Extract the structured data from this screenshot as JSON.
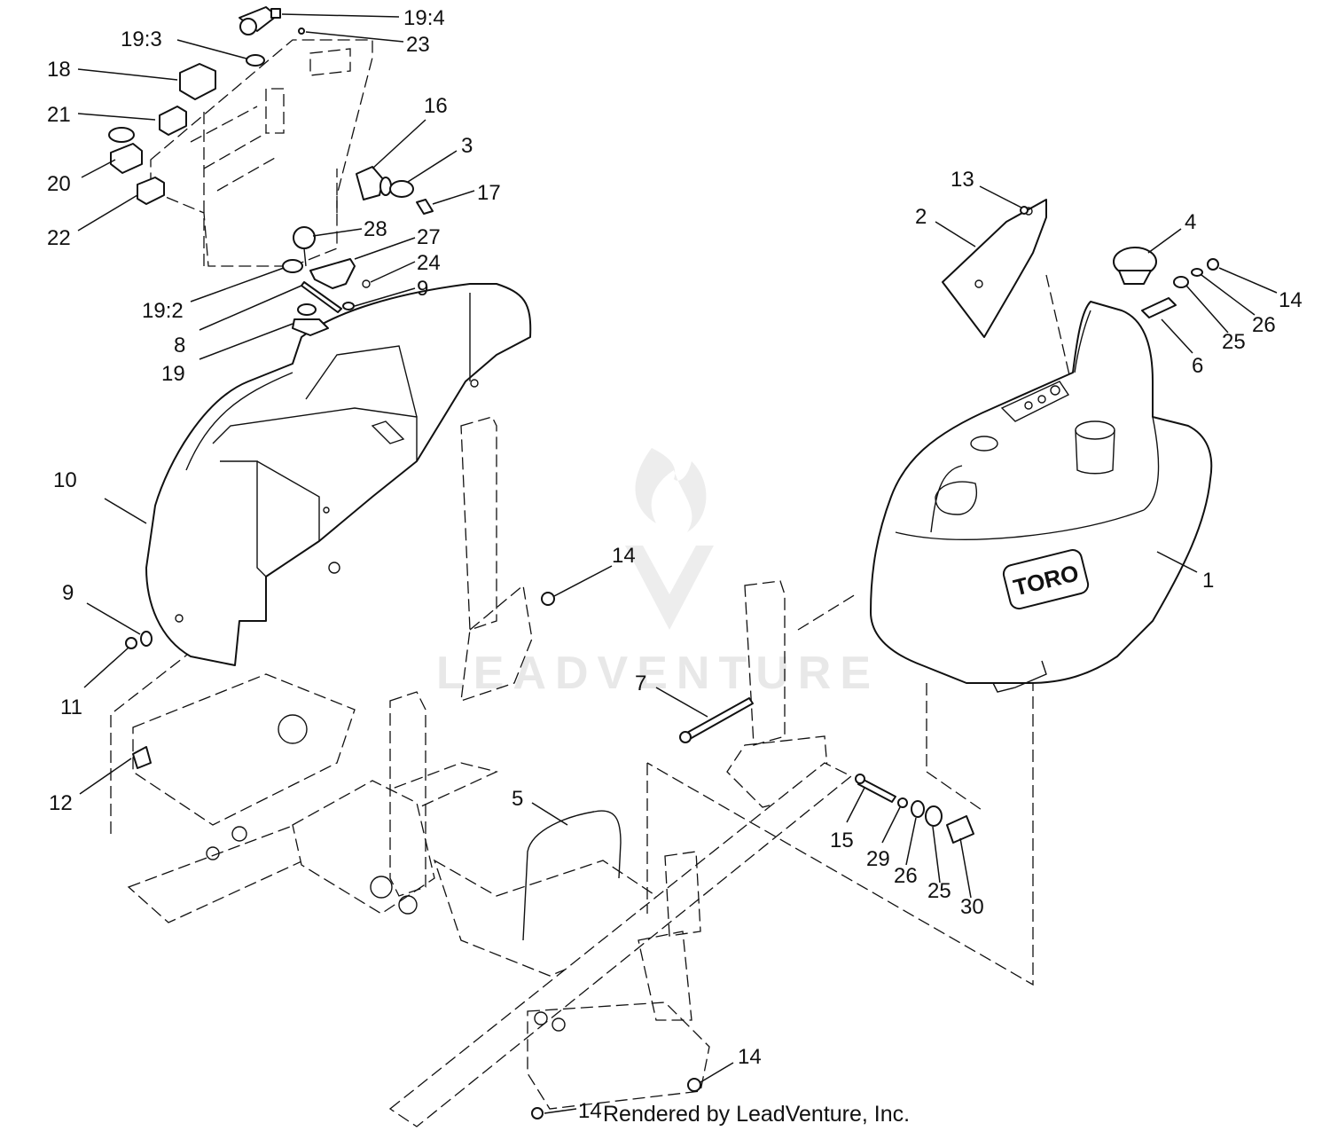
{
  "credit": "Rendered by LeadVenture, Inc.",
  "watermark": "LEADVENTURE",
  "callouts": [
    "19:4",
    "23",
    "19:3",
    "18",
    "21",
    "16",
    "3",
    "20",
    "17",
    "22",
    "28",
    "27",
    "24",
    "19:2",
    "9",
    "8",
    "19",
    "10",
    "9",
    "11",
    "12",
    "14",
    "13",
    "2",
    "4",
    "14",
    "26",
    "25",
    "6",
    "1",
    "7",
    "5",
    "15",
    "29",
    "26",
    "25",
    "30",
    "14",
    "14"
  ],
  "logo_text": "TORO"
}
